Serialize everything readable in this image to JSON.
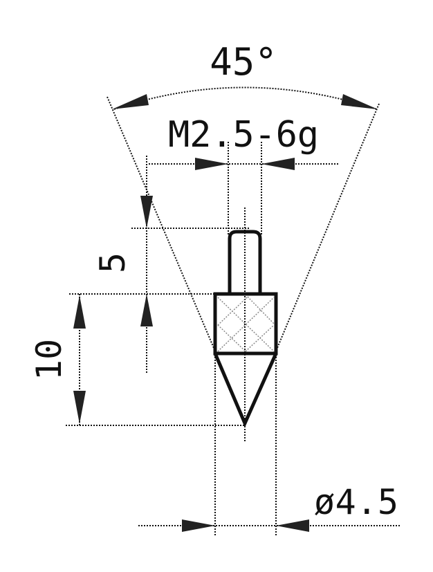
{
  "drawing": {
    "angle_label": "45°",
    "thread_label": "M2.5-6g",
    "pin_length_label": "5",
    "tip_length_label": "10",
    "diameter_label": "ø4.5"
  }
}
